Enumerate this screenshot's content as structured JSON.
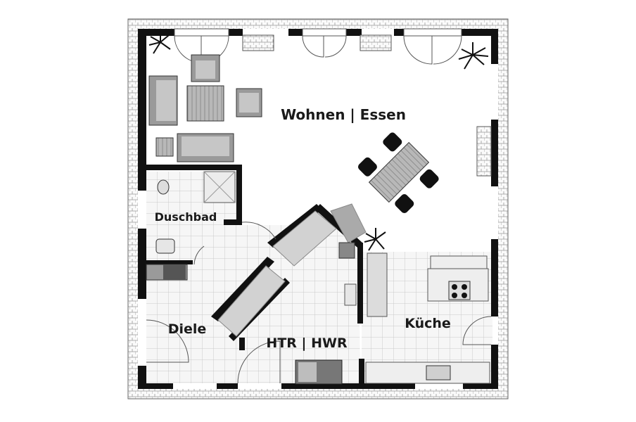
{
  "plan": {
    "rooms": [
      {
        "key": "wohnen",
        "label": "Wohnen | Essen"
      },
      {
        "key": "duschbad",
        "label": "Duschbad"
      },
      {
        "key": "diele",
        "label": "Diele"
      },
      {
        "key": "htr",
        "label": "HTR | HWR"
      },
      {
        "key": "kueche",
        "label": "Küche"
      }
    ]
  },
  "colors": {
    "wall": "#111111",
    "tile": "#f4f4f4",
    "tile_line": "#c9c9c9",
    "furniture": "#9a9a9a"
  }
}
